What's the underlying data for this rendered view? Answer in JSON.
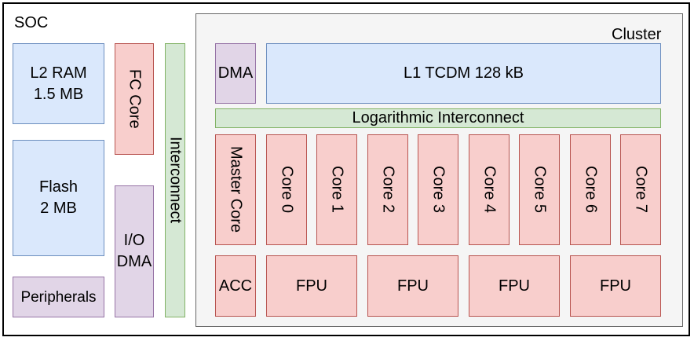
{
  "soc": {
    "title": "SOC",
    "l2_ram": "L2 RAM\n1.5 MB",
    "flash": "Flash\n2 MB",
    "peripherals": "Peripherals",
    "fc_core": "FC Core",
    "io_dma": "I/O\nDMA",
    "interconnect": "Interconnect"
  },
  "cluster": {
    "title": "Cluster",
    "dma": "DMA",
    "l1_tcdm": "L1 TCDM 128 kB",
    "log_interconnect": "Logarithmic Interconnect",
    "master_core": "Master Core",
    "cores": [
      "Core 0",
      "Core 1",
      "Core 2",
      "Core 3",
      "Core 4",
      "Core 5",
      "Core 6",
      "Core 7"
    ],
    "acc": "ACC",
    "fpus": [
      "FPU",
      "FPU",
      "FPU",
      "FPU"
    ]
  }
}
